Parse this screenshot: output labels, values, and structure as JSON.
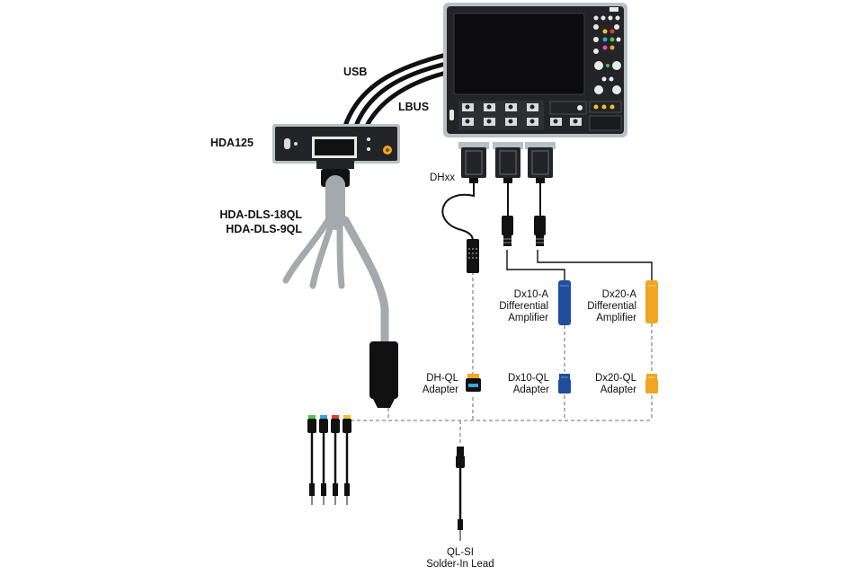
{
  "labels": {
    "usb": "USB",
    "lbus": "LBUS",
    "hda125": "HDA125",
    "hda_dls_18ql": "HDA-DLS-18QL",
    "hda_dls_9ql": "HDA-DLS-9QL",
    "dhxx": "DHxx",
    "dx10a_1": "Dx10-A",
    "dx10a_2": "Differential",
    "dx10a_3": "Amplifier",
    "dx20a_1": "Dx20-A",
    "dx20a_2": "Differential",
    "dx20a_3": "Amplifier",
    "dhql_1": "DH-QL",
    "dhql_2": "Adapter",
    "dx10ql_1": "Dx10-QL",
    "dx10ql_2": "Adapter",
    "dx20ql_1": "Dx20-QL",
    "dx20ql_2": "Adapter",
    "qlsi_1": "QL-SI",
    "qlsi_2": "Solder-In Lead"
  },
  "colors": {
    "scope_frame": "#b8bfc5",
    "scope_body": "#232427",
    "cable": "#111111",
    "flex_cable": "#a5a9ad",
    "dx10_blue": "#1f4e9c",
    "dx20_orange": "#f0a623",
    "dash_line": "#8a8a8a"
  },
  "icons": {
    "oscilloscope": "oscilloscope-icon",
    "hda125": "logic-analyzer-box-icon",
    "probe": "probe-icon"
  }
}
